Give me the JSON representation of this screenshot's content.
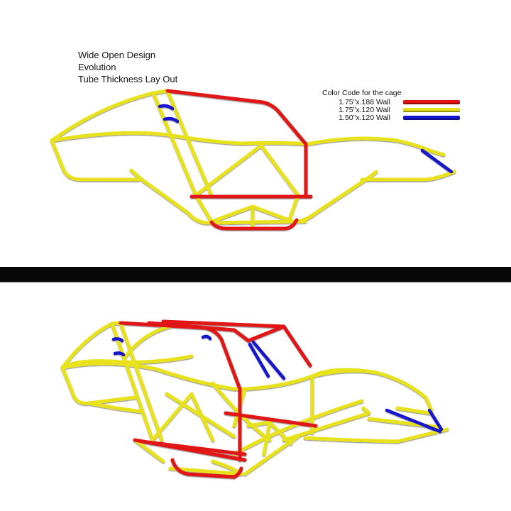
{
  "top_view": {
    "title_lines": [
      "Wide Open Design",
      "Evolution",
      "Tube Thickness Lay Out"
    ],
    "legend": {
      "title": "Color Code for the cage",
      "items": [
        {
          "label": "1.75\"x.188 Wall",
          "color": "#e11212"
        },
        {
          "label": "1.75\"x.120 Wall",
          "color": "#e8e21a"
        },
        {
          "label": "1.50\"x.120 Wall",
          "color": "#1414d2"
        }
      ]
    },
    "image_description": "Side view of tube-frame cage"
  },
  "bottom_view": {
    "image_description": "Perspective view of tube-frame cage"
  },
  "colors": {
    "red": "#e11212",
    "yellow": "#e8e21a",
    "blue": "#1414d2",
    "divider": "#080808"
  }
}
